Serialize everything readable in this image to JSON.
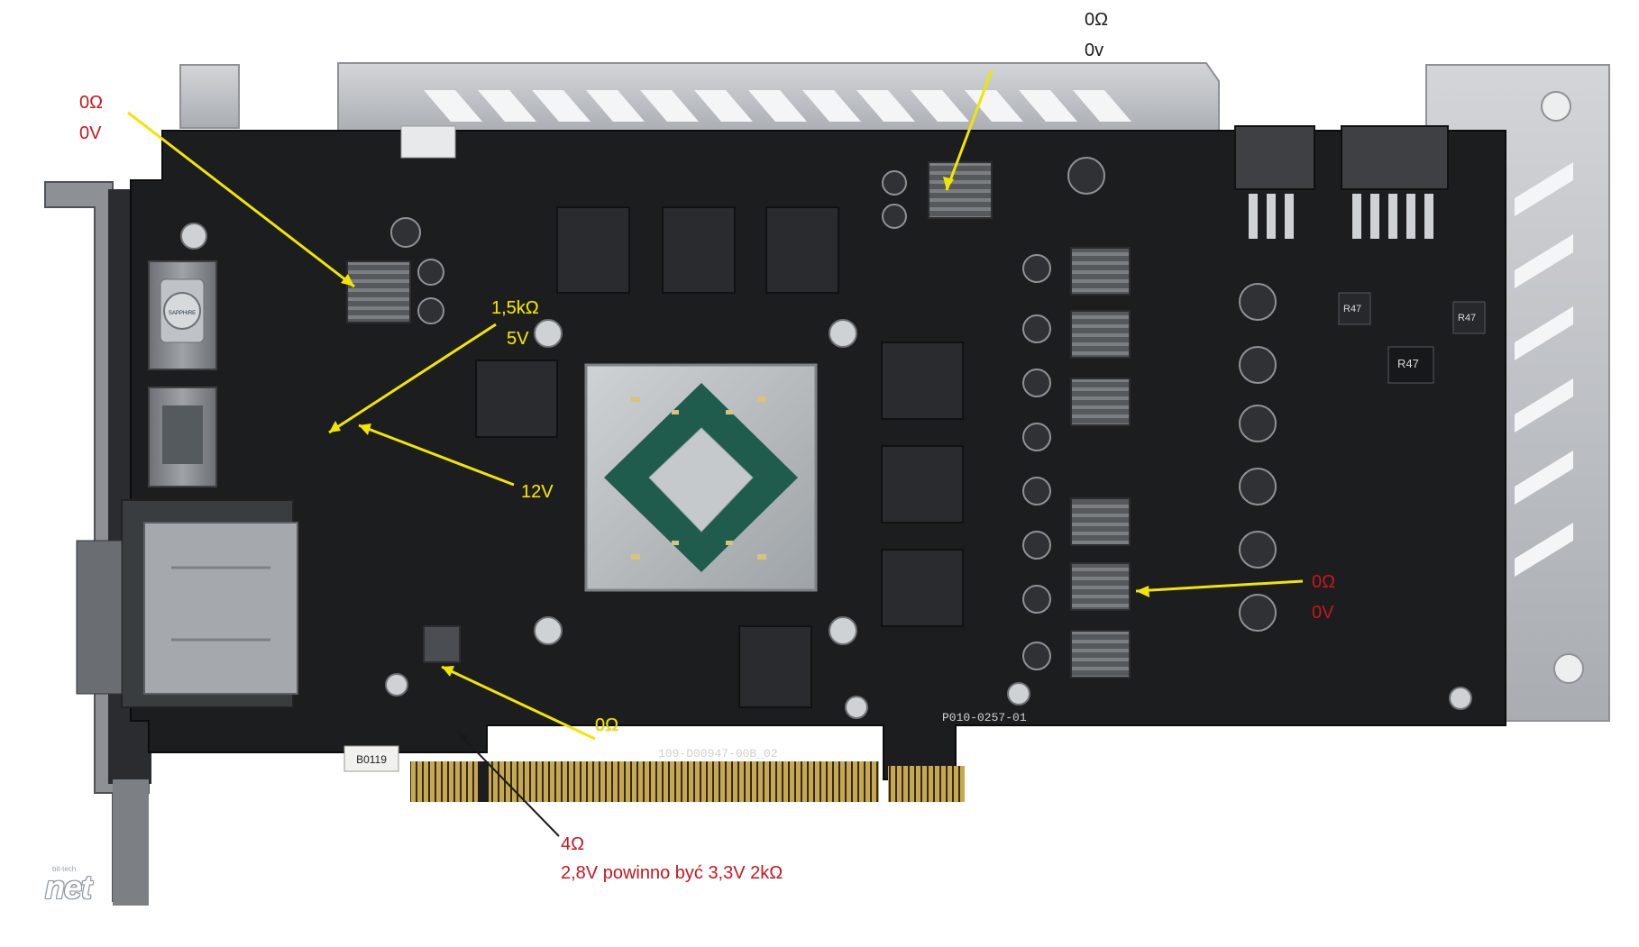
{
  "annotations": {
    "top_center": {
      "line1": "0Ω",
      "line2": "0v"
    },
    "top_left": {
      "line1": "0Ω",
      "line2": "0V"
    },
    "mid_left": {
      "line1": "1,5kΩ",
      "line2": "5V"
    },
    "twelve_v": {
      "label": "12V"
    },
    "right_vrm": {
      "line1": "0Ω",
      "line2": "0V"
    },
    "bottom_mid": {
      "label": "0Ω"
    },
    "bottom_note": {
      "line1": "4Ω",
      "line2": "2,8V powinno być  3,3V 2kΩ"
    }
  },
  "board_silkscreen": {
    "part_number": "109-D00947-00B_02",
    "board_code": "P010-0257-01",
    "sticker": "B0119",
    "brand_badge": "SAPPHIRE",
    "chokes": [
      "R47",
      "R47",
      "R47"
    ]
  },
  "watermark": {
    "sub": "bit-tech",
    "main": "net"
  },
  "colors": {
    "pcb": "#1c1d1f",
    "bracket": "#b4b7bb",
    "pcie_gold": "#c9a74a",
    "arrow_yellow": "#f2e500",
    "text_red": "#c8161d"
  }
}
